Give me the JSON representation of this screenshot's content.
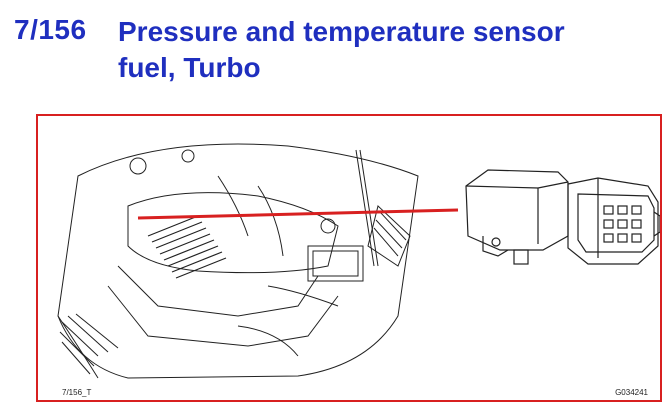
{
  "header": {
    "ref_code": "7/156",
    "title_line1": "Pressure and temperature sensor",
    "title_line2": "fuel, Turbo"
  },
  "figure": {
    "label_left": "7/156_T",
    "label_right": "G034241",
    "colors": {
      "frame": "#d82020",
      "pointer": "#d82020",
      "title": "#1f2fbf",
      "linework": "#222222"
    },
    "icons": [
      "engine-bay-illustration",
      "sensor-connector-illustration",
      "pointer-arrow"
    ]
  }
}
